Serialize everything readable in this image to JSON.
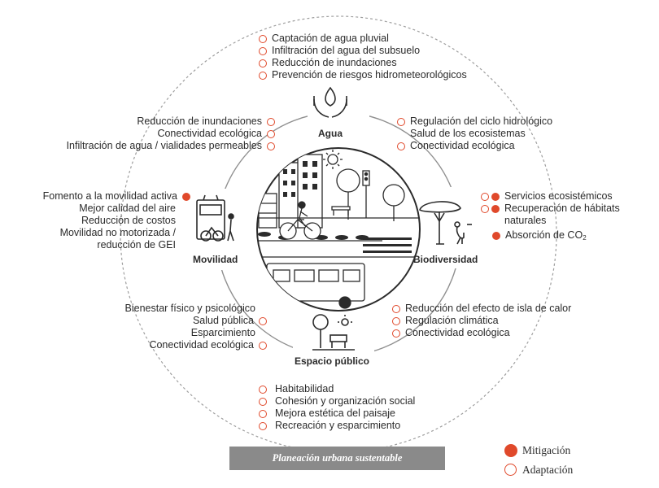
{
  "colors": {
    "accent": "#e0492b",
    "stroke": "#2b2b2b",
    "bar": "#8a8a8a",
    "dashed": "#9e9e9e"
  },
  "categories": {
    "agua": "Agua",
    "movilidad": "Movilidad",
    "biodiversidad": "Biodiversidad",
    "espacio_publico": "Espacio público"
  },
  "agua_top": [
    "Captación de agua pluvial",
    "Infiltración del agua del subsuelo",
    "Reducción de inundaciones",
    "Prevención de riesgos hidrometeorológicos"
  ],
  "upper_left": [
    "Reducción de inundaciones",
    "Conectividad ecológica",
    "Infiltración de agua / vialidades permeables"
  ],
  "upper_right": [
    "Regulación del ciclo hidrológico",
    "Salud de los ecosistemas",
    "Conectividad ecológica"
  ],
  "movilidad": [
    "Fomento a la movilidad activa",
    "Mejor calidad del aire",
    "Reducción de costos",
    "Movilidad no motorizada /",
    "reducción de GEI"
  ],
  "biodiversidad": [
    "Servicios ecosistémicos",
    "Recuperación de hábitats",
    "naturales",
    "Absorción de CO",
    "2"
  ],
  "lower_left": [
    "Bienestar físico y psicológico",
    "Salud pública",
    "Esparcimiento",
    "Conectividad ecológica"
  ],
  "lower_right": [
    "Reducción del efecto de isla de calor",
    "Regulación climática",
    "Conectividad ecológica"
  ],
  "bottom": [
    "Habitabilidad",
    "Cohesión y organización social",
    "Mejora estética del paisaje",
    "Recreación y esparcimiento"
  ],
  "footer_title": "Planeación urbana sustentable",
  "legend": {
    "mitigacion": "Mitigación",
    "adaptacion": "Adaptación"
  }
}
